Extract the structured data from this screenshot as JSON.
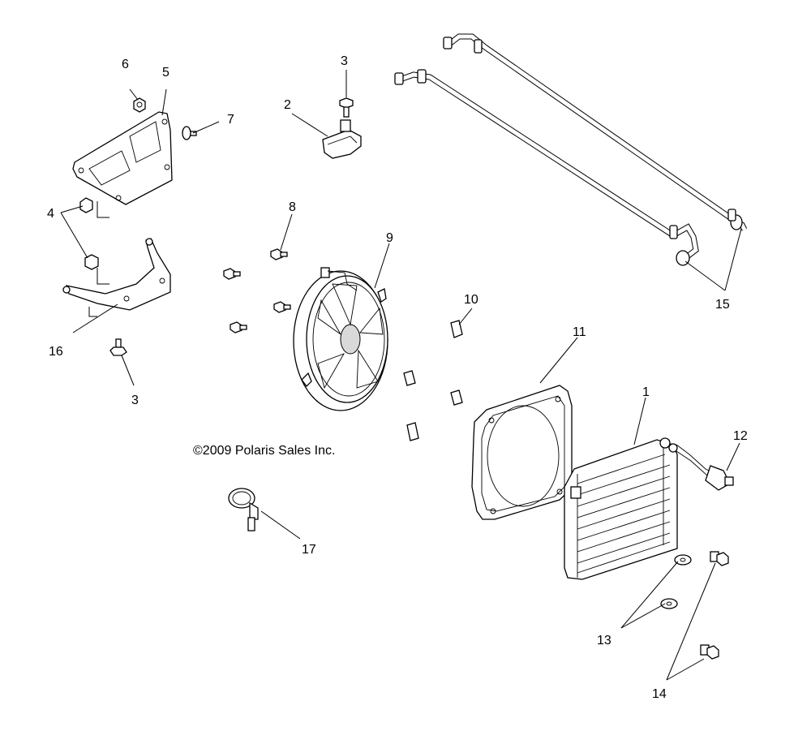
{
  "copyright": "©2009 Polaris Sales Inc.",
  "callouts": {
    "c1": "1",
    "c2": "2",
    "c3a": "3",
    "c3b": "3",
    "c4": "4",
    "c5": "5",
    "c6": "6",
    "c7": "7",
    "c8": "8",
    "c9": "9",
    "c10": "10",
    "c11": "11",
    "c12": "12",
    "c13": "13",
    "c14": "14",
    "c15": "15",
    "c16": "16",
    "c17": "17"
  }
}
